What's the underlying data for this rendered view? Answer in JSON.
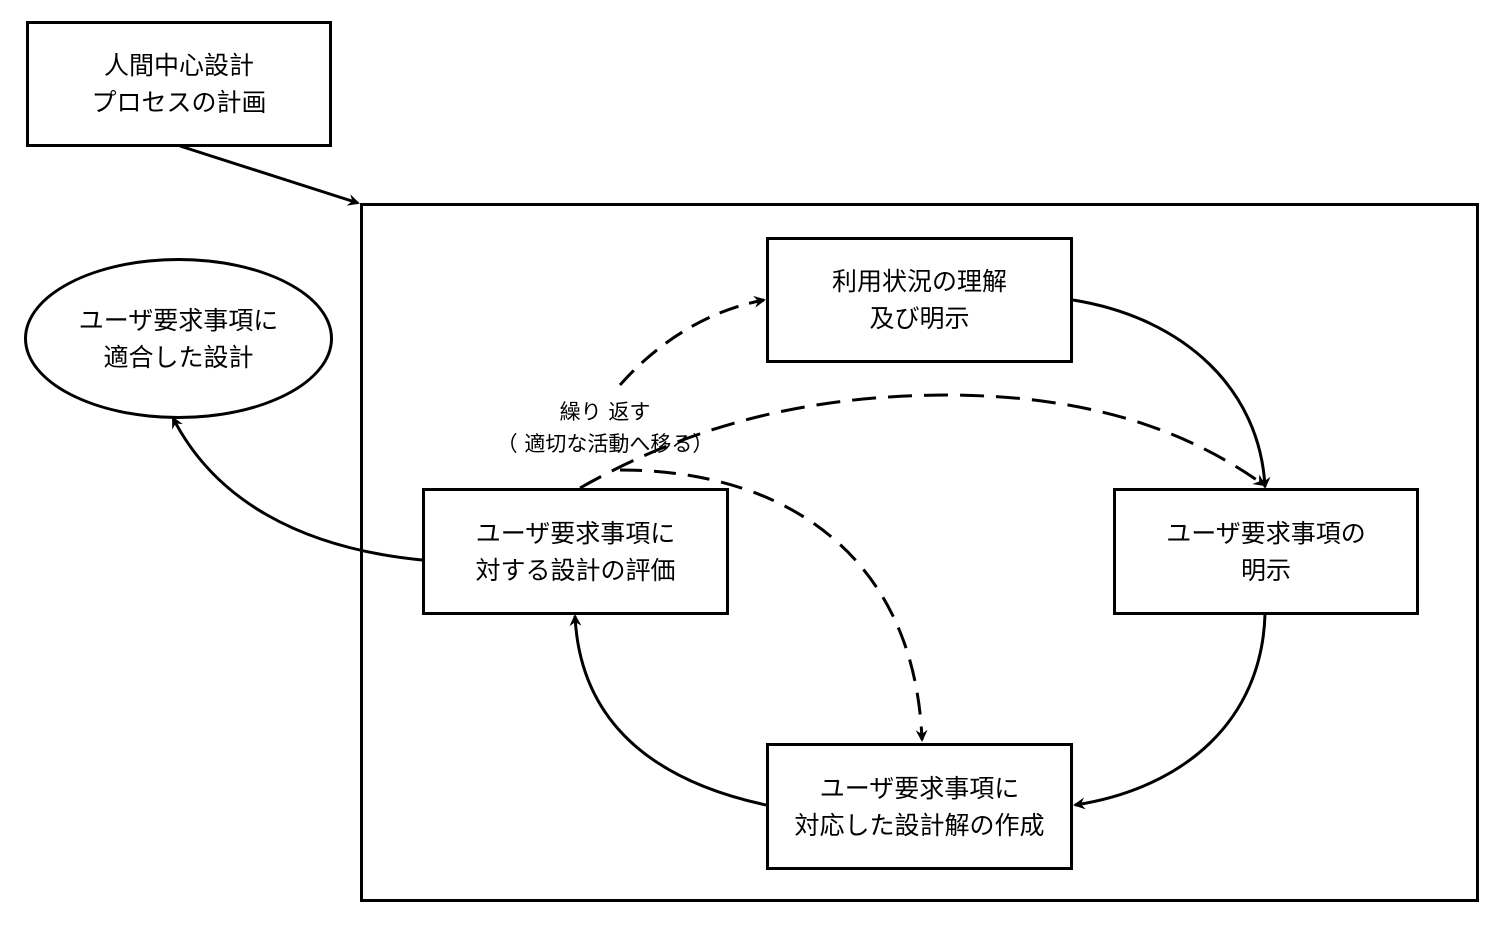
{
  "nodes": {
    "plan": {
      "line1": "人間中心設計",
      "line2": "プロセスの計画"
    },
    "context": {
      "line1": "利用状況の理解",
      "line2": "及び明示"
    },
    "requirements": {
      "line1": "ユーザ要求事項の",
      "line2": "明示"
    },
    "design": {
      "line1": "ユーザ要求事項に",
      "line2": "対応した設計解の作成"
    },
    "evaluate": {
      "line1": "ユーザ要求事項に",
      "line2": "対する設計の評価"
    },
    "result": {
      "line1": "ユーザ要求事項に",
      "line2": "適合した設計"
    }
  },
  "iterate_label": {
    "line1": "繰り 返す",
    "line2": "（ 適切な活動へ移る）"
  },
  "edges": [
    {
      "from": "plan",
      "to": "process-frame",
      "style": "solid"
    },
    {
      "from": "context",
      "to": "requirements",
      "style": "solid"
    },
    {
      "from": "requirements",
      "to": "design",
      "style": "solid"
    },
    {
      "from": "design",
      "to": "evaluate",
      "style": "solid"
    },
    {
      "from": "evaluate",
      "to": "result",
      "style": "solid"
    },
    {
      "from": "evaluate",
      "to": "context",
      "style": "dashed"
    },
    {
      "from": "evaluate",
      "to": "requirements",
      "style": "dashed"
    },
    {
      "from": "evaluate",
      "to": "design",
      "style": "dashed"
    }
  ]
}
